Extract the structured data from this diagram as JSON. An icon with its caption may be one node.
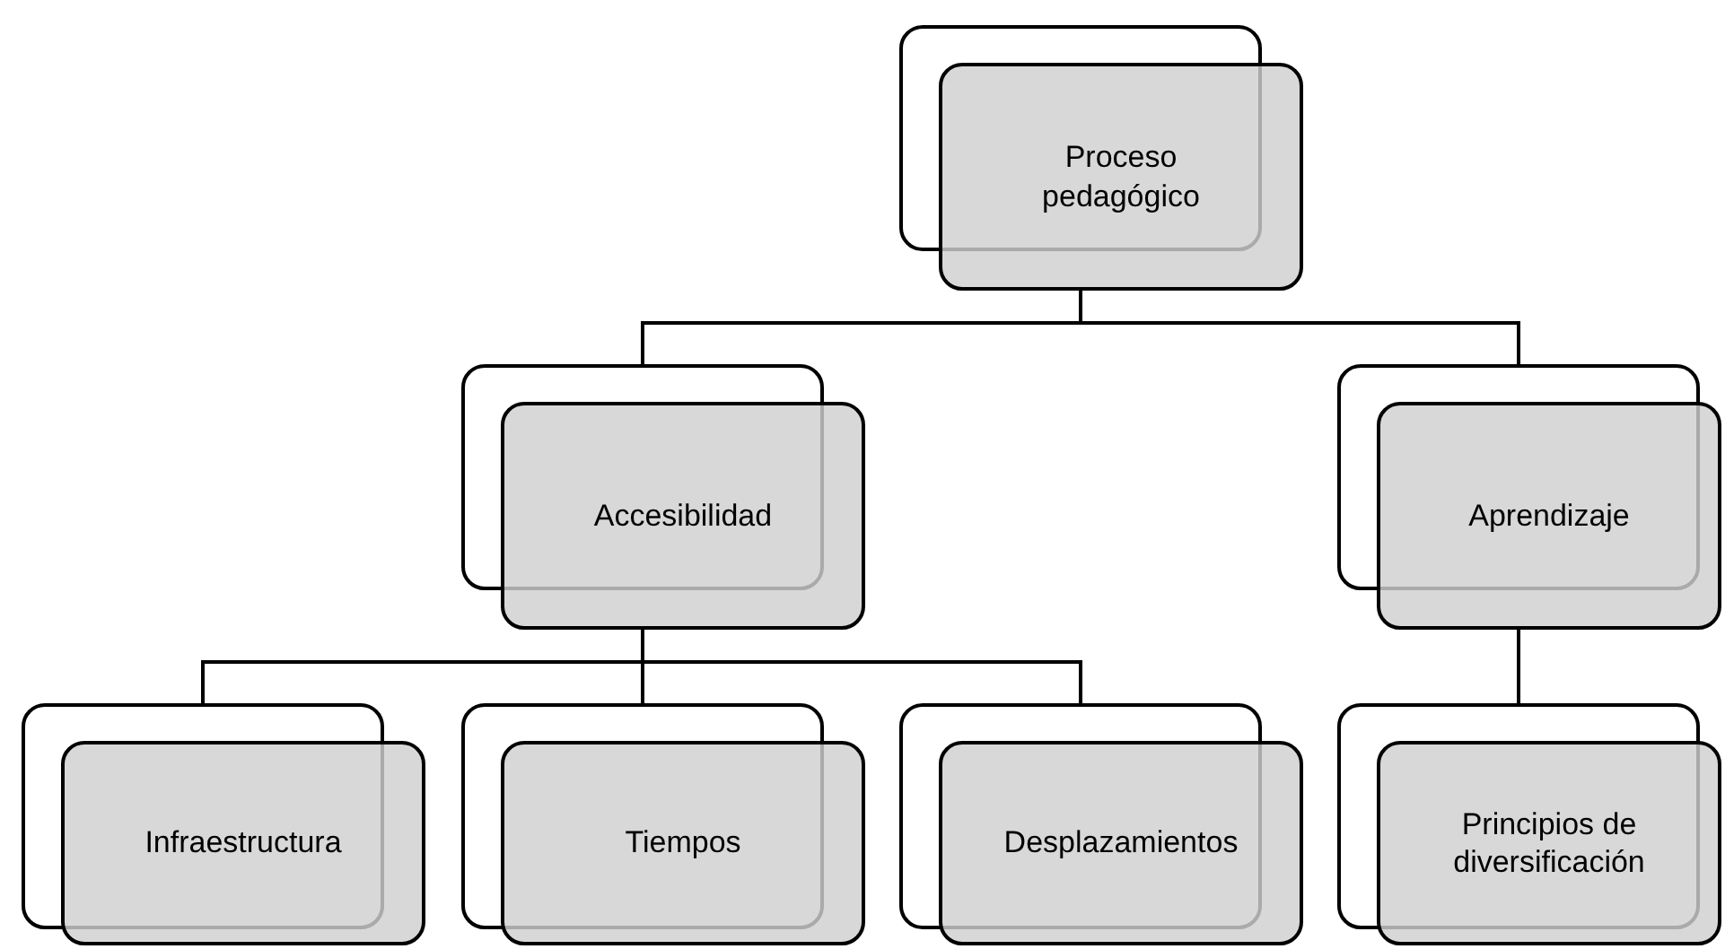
{
  "diagram": {
    "nodes": [
      {
        "text": [
          "Proceso pedagógico"
        ]
      },
      {
        "text": [
          "Accesibilidad"
        ]
      },
      {
        "text": [
          "Aprendizaje"
        ]
      },
      {
        "text": [
          "Infraestructura"
        ]
      },
      {
        "text": [
          "Tiempos"
        ]
      },
      {
        "text": [
          "Desplazamientos"
        ]
      },
      {
        "text": [
          "Principios de diversificación"
        ]
      }
    ],
    "edges": [
      {
        "from": 0,
        "to": 1,
        "arrow": "none"
      },
      {
        "from": 0,
        "to": 2,
        "arrow": "none"
      },
      {
        "from": 1,
        "to": 3,
        "arrow": "none"
      },
      {
        "from": 1,
        "to": 4,
        "arrow": "none"
      },
      {
        "from": 1,
        "to": 5,
        "arrow": "none"
      },
      {
        "from": 2,
        "to": 6,
        "arrow": "none"
      }
    ]
  }
}
